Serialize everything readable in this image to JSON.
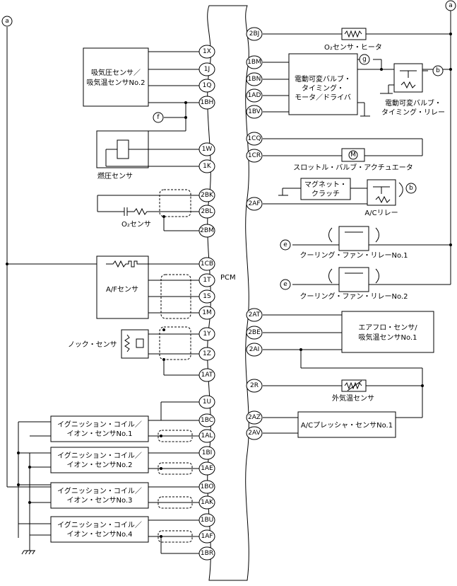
{
  "pcm_label": "PCM",
  "left_pins": [
    "1X",
    "1J",
    "1Q",
    "1BH",
    "1W",
    "1K",
    "2BK",
    "2BL",
    "2BM",
    "1CB",
    "1T",
    "1S",
    "1M",
    "1Y",
    "1Z",
    "1AT",
    "1U",
    "1BC",
    "1AL",
    "1BI",
    "1AE",
    "1BO",
    "1AK",
    "1BU",
    "1AF",
    "1BR"
  ],
  "right_pins": [
    "2BJ",
    "1BM",
    "1BN",
    "1AD",
    "1BV",
    "1CQ",
    "1CR",
    "2AF",
    "2AT",
    "2BE",
    "2AI",
    "2R",
    "2AZ",
    "2AV"
  ],
  "connectors": {
    "a": "a",
    "b": "b",
    "e": "e",
    "f": "f",
    "g": "g"
  },
  "components": {
    "map_sensor_line1": "吸気圧センサ／",
    "map_sensor_line2": "吸気温センサNo.2",
    "fuel_pressure_sensor": "燃圧センサ",
    "o2_sensor": "O₂センサ",
    "af_sensor": "A/Fセンサ",
    "knock_sensor": "ノック・センサ",
    "coil1_line1": "イグニッション・コイル／",
    "coil1_line2": "イオン・センサNo.1",
    "coil2_line1": "イグニッション・コイル／",
    "coil2_line2": "イオン・センサNo.2",
    "coil3_line1": "イグニッション・コイル／",
    "coil3_line2": "イオン・センサNo.3",
    "coil4_line1": "イグニッション・コイル／",
    "coil4_line2": "イオン・センサNo.4",
    "o2_heater": "O₂センサ・ヒータ",
    "vvt_driver_line1": "電動可変バルブ・",
    "vvt_driver_line2": "タイミング・",
    "vvt_driver_line3": "モータ／ドライバ",
    "vvt_relay_line1": "電動可変バルブ・",
    "vvt_relay_line2": "タイミング・リレー",
    "throttle_actuator": "スロットル・バルブ・アクチュエータ",
    "magnet_clutch_line1": "マグネット・",
    "magnet_clutch_line2": "クラッチ",
    "ac_relay": "A/Cリレー",
    "fan_relay1": "クーリング・ファン・リレーNo.1",
    "fan_relay2": "クーリング・ファン・リレーNo.2",
    "airflow_line1": "エアフロ・センサ/",
    "airflow_line2": "吸気温センサNo.1",
    "ambient_temp": "外気温センサ",
    "ac_pressure": "A/Cプレッシャ・センサNo.1"
  }
}
